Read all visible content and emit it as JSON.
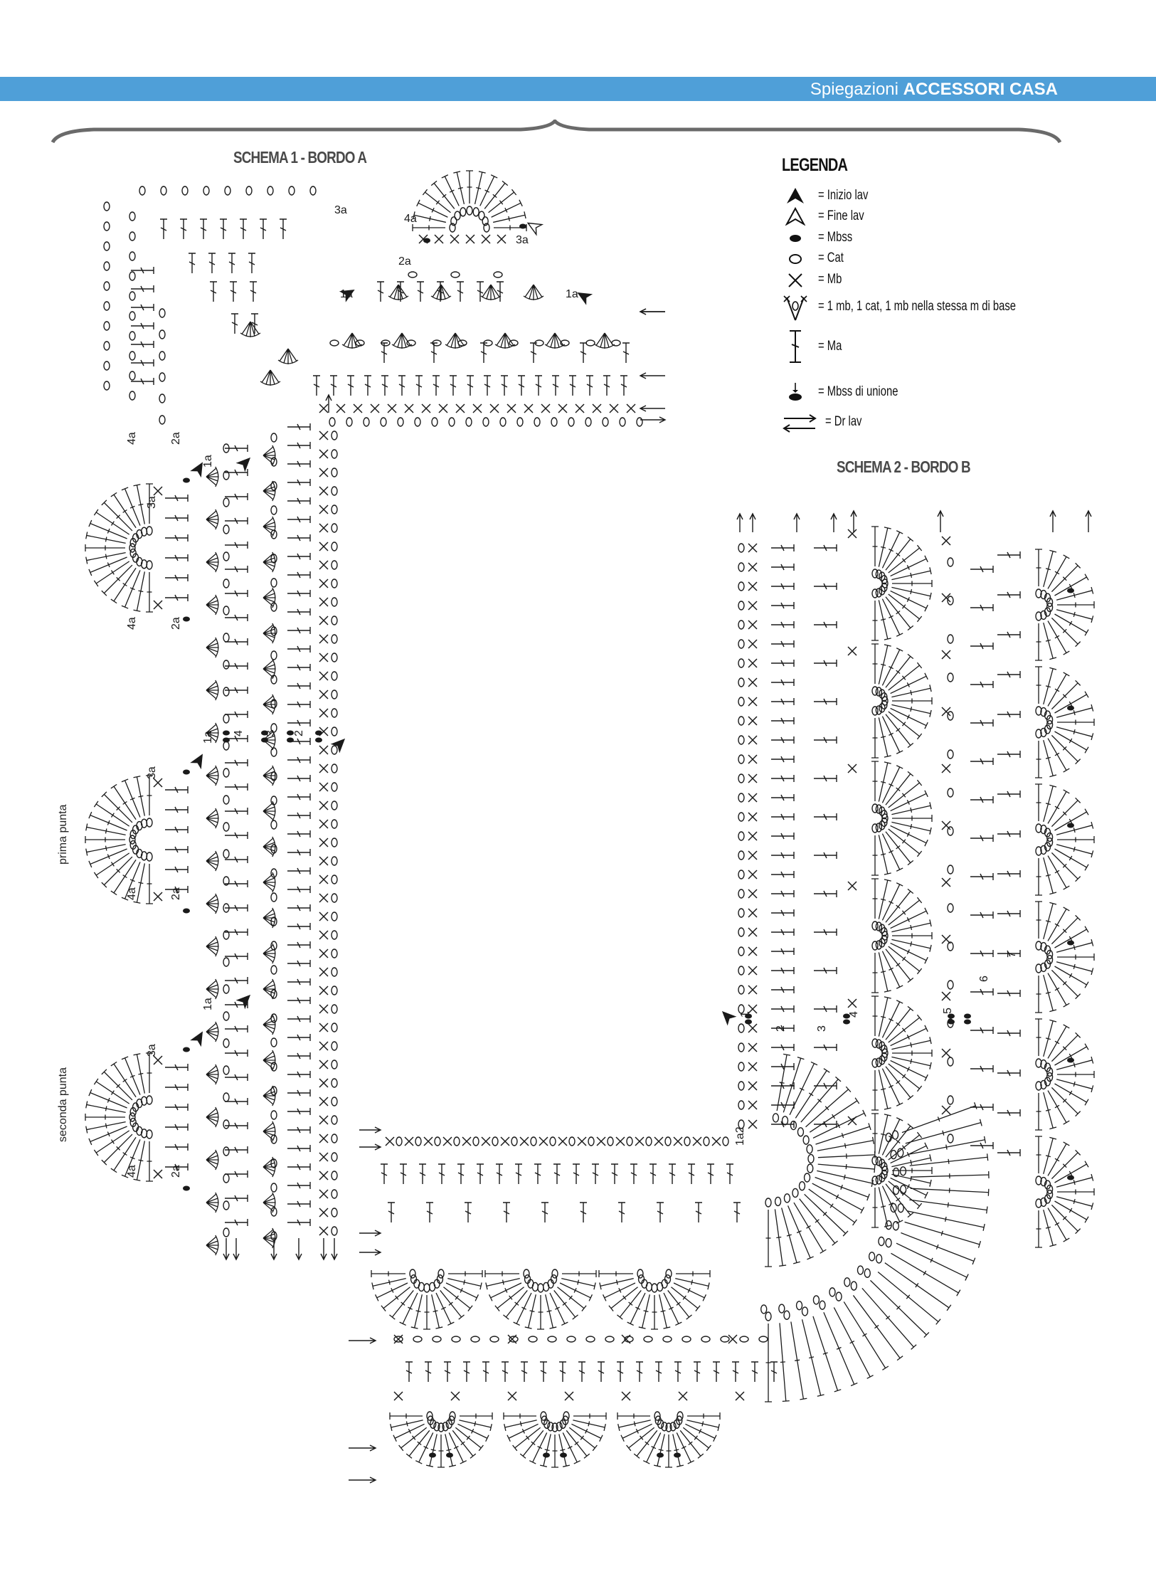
{
  "header": {
    "section": "Spiegazioni",
    "category": "ACCESSORI CASA",
    "band_color": "#4f9fd8"
  },
  "schema1": {
    "title": "SCHEMA 1 - BORDO A"
  },
  "schema2": {
    "title": "SCHEMA 2 - BORDO B"
  },
  "legend": {
    "title": "LEGENDA",
    "items": [
      {
        "icon": "filled-arrowhead-icon",
        "label": "= Inizio lav"
      },
      {
        "icon": "outline-arrowhead-icon",
        "label": "= Fine lav"
      },
      {
        "icon": "filled-oval-icon",
        "label": "= Mbss"
      },
      {
        "icon": "chain-oval-icon",
        "label": "= Cat"
      },
      {
        "icon": "cross-icon",
        "label": "= Mb"
      },
      {
        "icon": "v-stitch-icon",
        "label": "= 1 mb, 1 cat, 1 mb nella stessa m di base"
      },
      {
        "icon": "double-crochet-icon",
        "label": "= Ma"
      },
      {
        "icon": "joining-slip-icon",
        "label": "= Mbss di unione"
      },
      {
        "icon": "turn-arrows-icon",
        "label": "= Dr lav"
      }
    ]
  },
  "labels": {
    "prima_punta": "prima punta",
    "seconda_punta": "seconda punta",
    "rows": [
      "1a",
      "2a",
      "3a",
      "4a",
      "1",
      "2",
      "3",
      "4",
      "5",
      "6",
      "7"
    ]
  }
}
